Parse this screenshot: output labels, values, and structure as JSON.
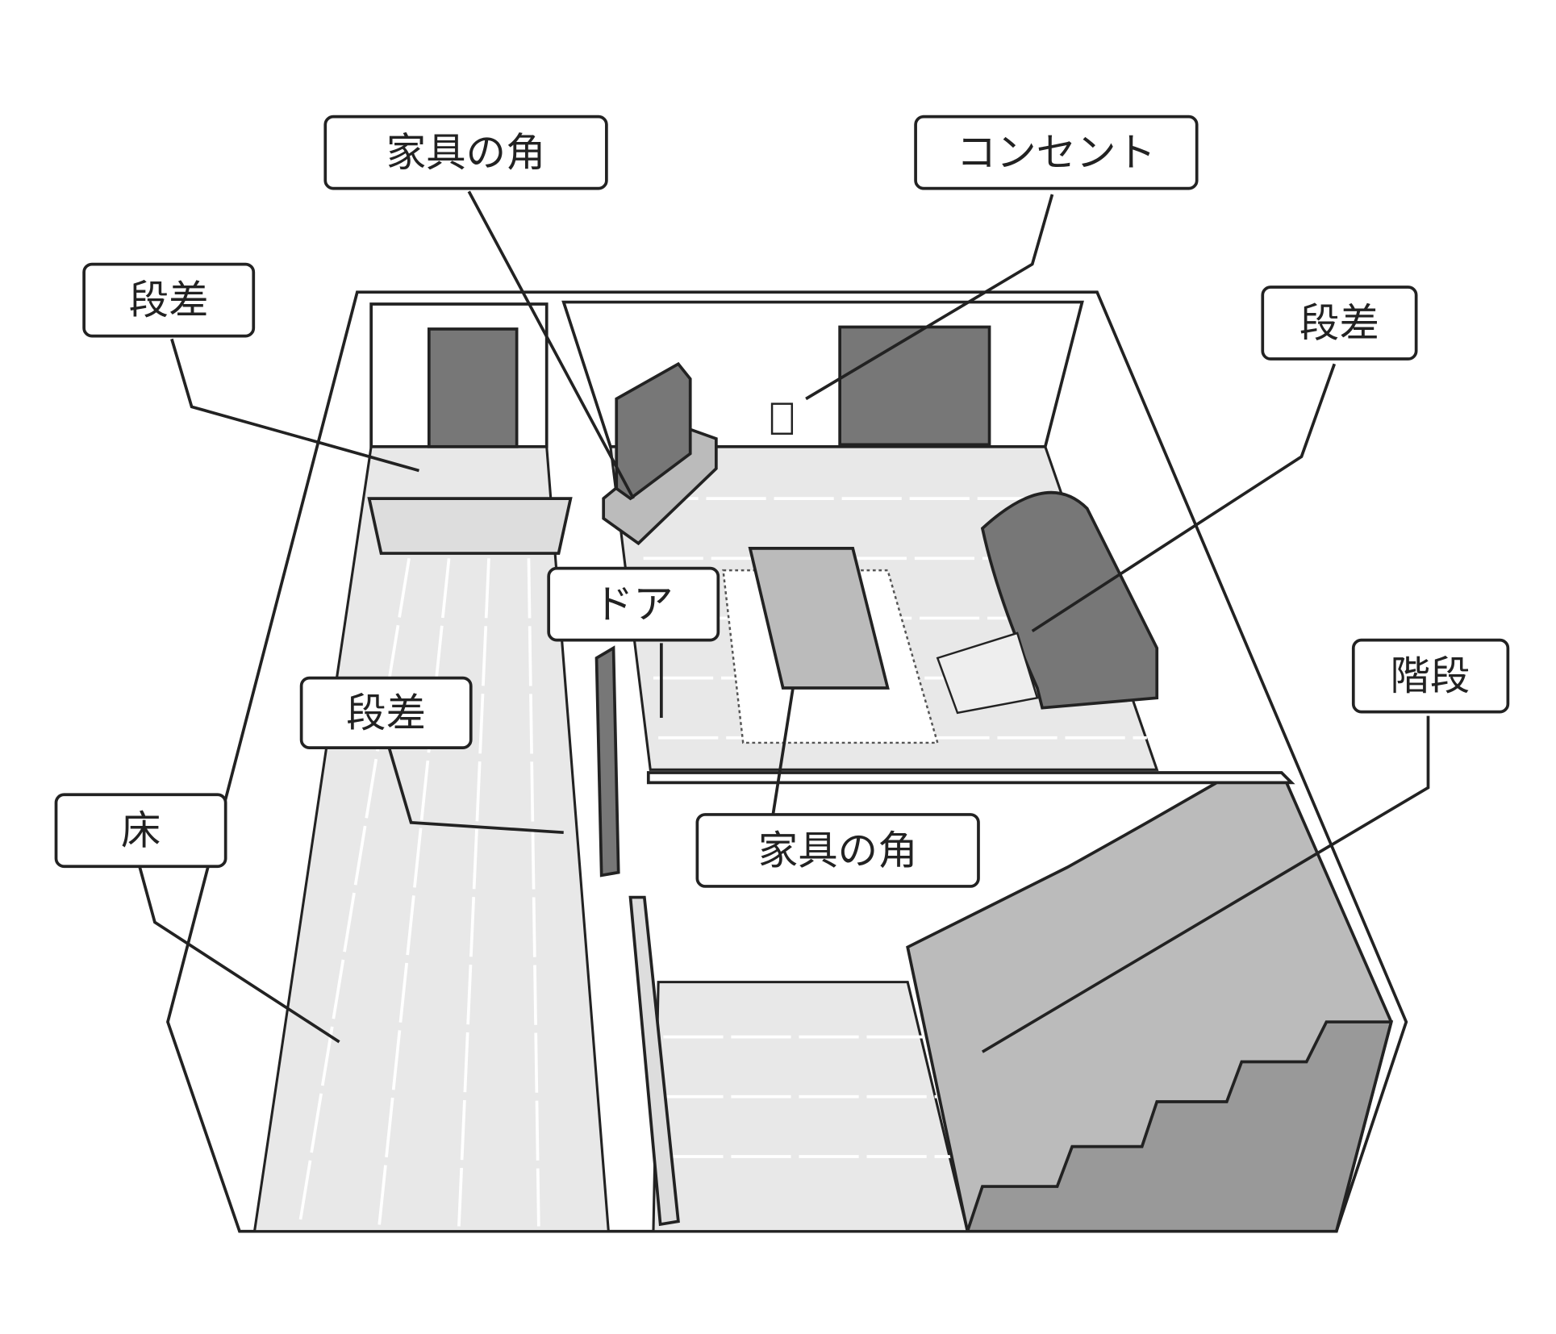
{
  "labels": {
    "furniture_corner_top": "家具の角",
    "outlet": "コンセント",
    "step_left": "段差",
    "step_right": "段差",
    "door": "ドア",
    "step_middle": "段差",
    "floor": "床",
    "furniture_corner_bottom": "家具の角",
    "stairs": "階段"
  }
}
